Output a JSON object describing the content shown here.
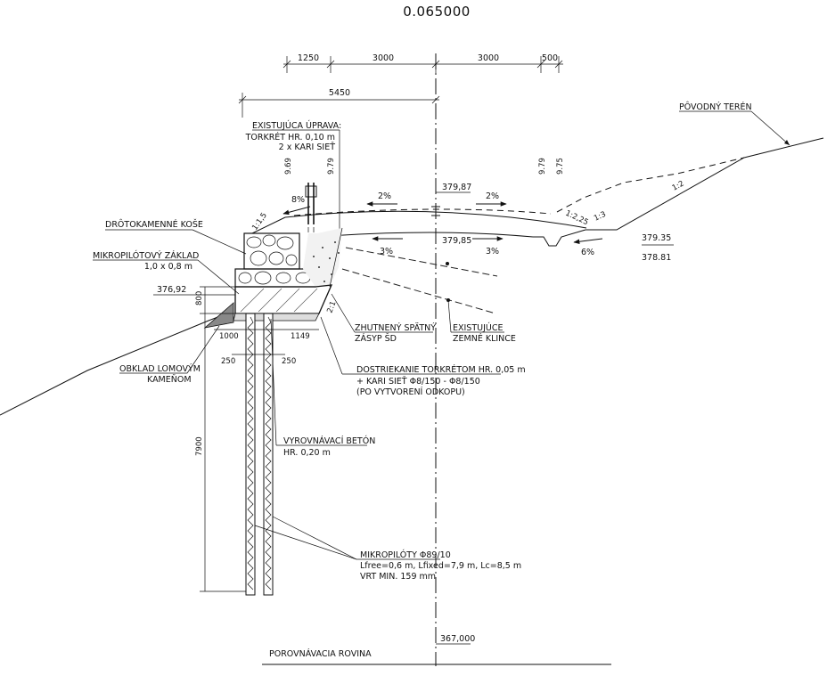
{
  "title": "0.065000",
  "dimensions": {
    "top": [
      "1250",
      "3000",
      "3000",
      "500"
    ],
    "overall": "5450",
    "left_height": "800",
    "left_w1": "1000",
    "left_w2": "1149",
    "pile_offset_l": "250",
    "pile_offset_r": "250",
    "pile_length": "7900"
  },
  "elevations": {
    "top_existing": "379,87",
    "top_new": "379,85",
    "right_upper": "379.35",
    "right_lower": "378.81",
    "left_footing": "376,92",
    "datum": "367,000"
  },
  "slopes": {
    "left_8": "8%",
    "road_left_2": "2%",
    "road_right_2": "2%",
    "sub_left_3": "3%",
    "sub_right_3": "3%",
    "ditch_6": "6%",
    "ratio_115": "1:1,5",
    "ratio_1225": "1:2,25",
    "ratio_13": "1:3",
    "ratio_12": "1:2",
    "ratio_21": "2:1"
  },
  "vertical_numbers": {
    "v969": "9.69",
    "v979_left": "9.79",
    "v979_right": "9.79",
    "v975": "9.75"
  },
  "labels": {
    "existing_title": "EXISTUJÚCA ÚPRAVA:",
    "existing_l1": "TORKRÉT HR. 0,10 m",
    "existing_l2": "2 x KARI SIEŤ",
    "gabions": "DRÔTOKAMENNÉ KOŠE",
    "micropile_base": "MIKROPILÓTOVÝ ZÁKLAD",
    "micropile_base_dim": "1,0 x 0,8 m",
    "stone_facing_1": "OBKLAD LOMOVÝM",
    "stone_facing_2": "KAMEŇOM",
    "original_terrain": "PÔVODNÝ TERÉN",
    "backfill_1": "ZHUTNENÝ SPÄTNÝ",
    "backfill_2": "ZÁSYP ŠD",
    "nails_1": "EXISTUJÚCE",
    "nails_2": "ZEMNÉ KLINCE",
    "shotcrete_1": "DOSTRIEKANIE TORKRÉTOM HR. 0,05 m",
    "shotcrete_2": "+ KARI SIEŤ Φ8/150 - Φ8/150",
    "shotcrete_3": "(PO VYTVORENÍ ODKOPU)",
    "leveling_1": "VYROVNÁVACÍ BETÓN",
    "leveling_2": "HR. 0,20 m",
    "micropiles_1": "MIKROPILÓTY Φ89/10",
    "micropiles_2": "Lfree=0,6 m, Lfixed=7,9 m, Lc=8,5 m",
    "micropiles_3": "VRT MIN. 159 mm",
    "datum_plane": "POROVNÁVACIA ROVINA"
  }
}
